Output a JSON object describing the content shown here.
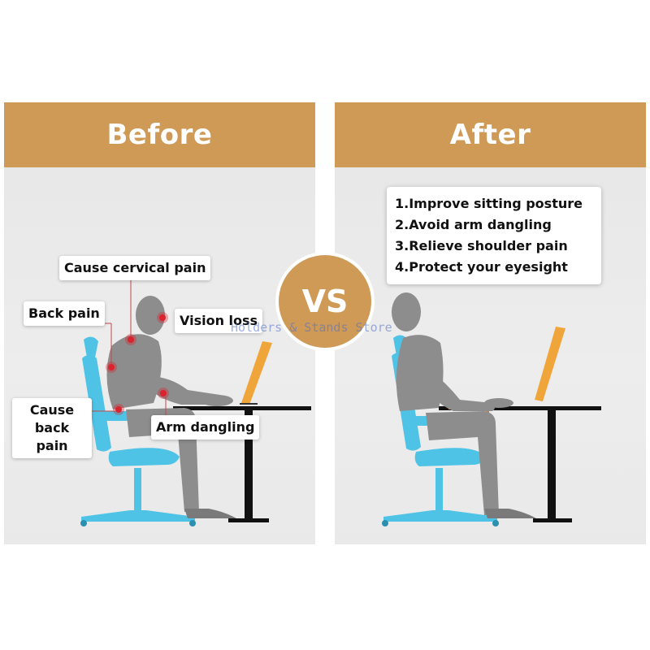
{
  "before": {
    "title": "Before",
    "labels": {
      "cervical": "Cause cervical pain",
      "back": "Back pain",
      "vision": "Vision loss",
      "lower_back_line1": "Cause",
      "lower_back_line2": "back pain",
      "arm": "Arm dangling"
    }
  },
  "after": {
    "title": "After",
    "benefits": [
      "1.Improve sitting posture",
      "2.Avoid arm dangling",
      "3.Relieve shoulder pain",
      "4.Protect your eyesight"
    ]
  },
  "vs": "VS",
  "watermark": "Holders & Stands Store",
  "colors": {
    "header": "#cf9a55",
    "chair": "#4fc3e6",
    "monitor": "#f0a53a",
    "armrest": "#e07b39",
    "figure": "#8d8d8d",
    "pain_marker": "#d9232e",
    "desk": "#111111"
  }
}
